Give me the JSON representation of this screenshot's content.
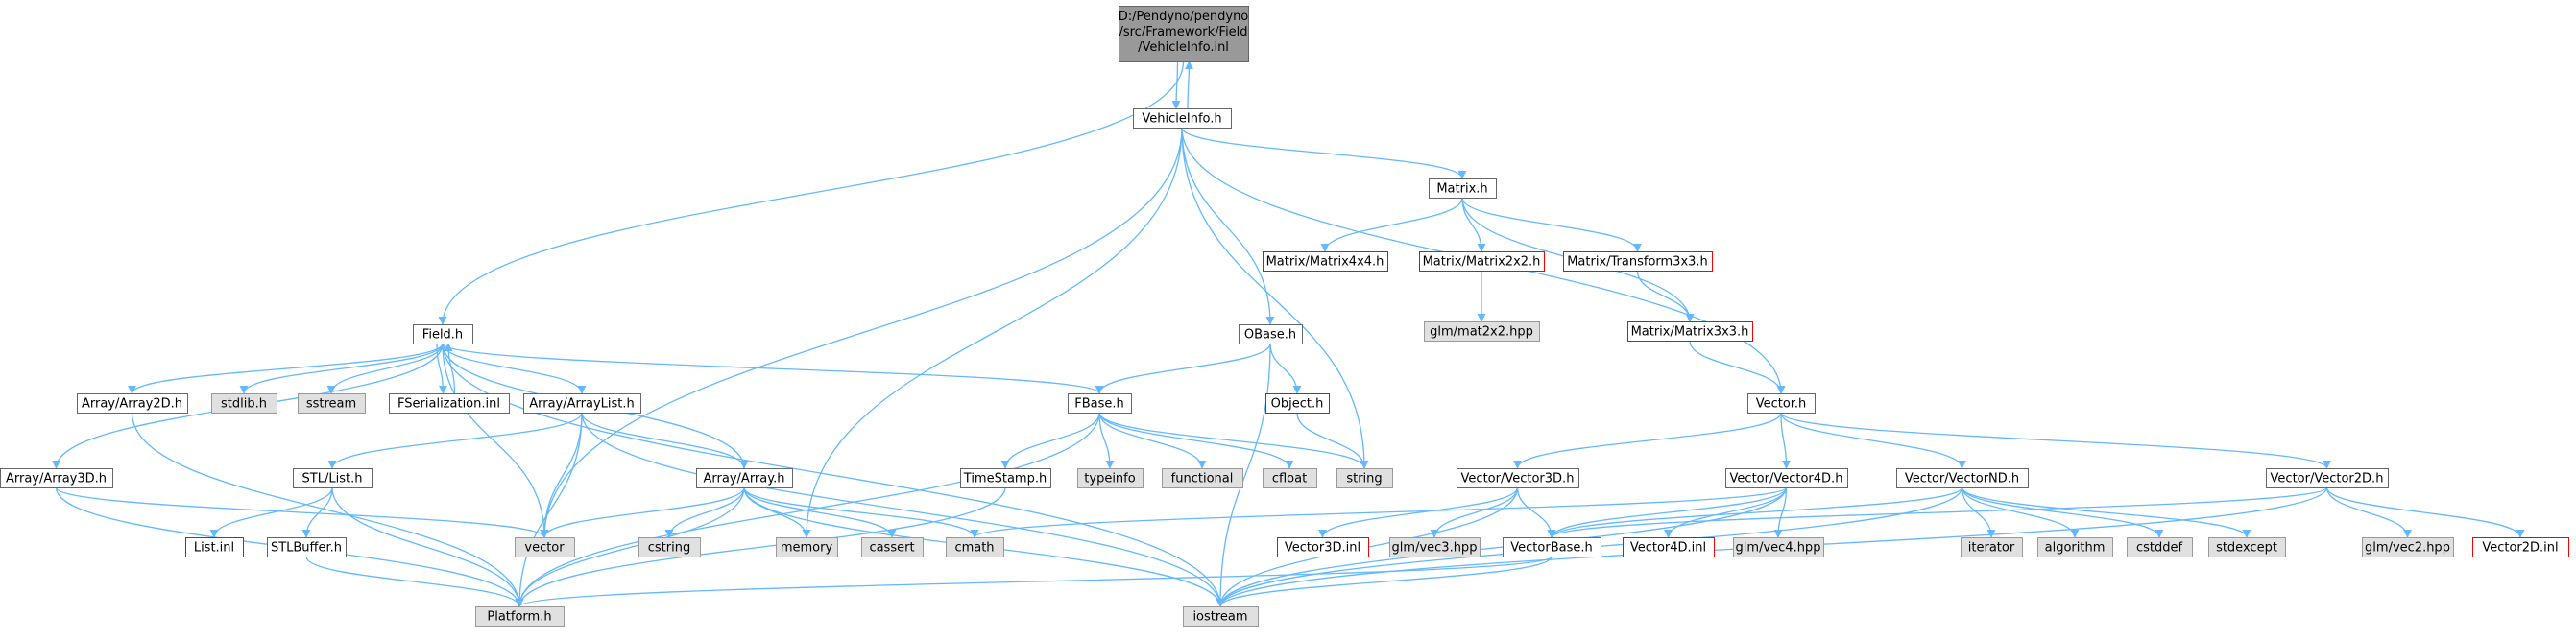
{
  "graph": {
    "root_label": [
      "D:/Pendyno/pendyno",
      "/src/Framework/Field",
      "/VehicleInfo.inl"
    ],
    "colors": {
      "root_fill": "#999999",
      "normal_fill": "#ffffff",
      "normal_stroke": "#666666",
      "external_fill": "#e0e0e0",
      "external_stroke": "#999999",
      "truncated_stroke": "#ff0000",
      "edge": "#63b8ff"
    },
    "nodes": [
      {
        "id": "root",
        "label": "D:/Pendyno/pendyno /src/Framework/Field /VehicleInfo.inl",
        "kind": "root"
      },
      {
        "id": "vehicleinfo_h",
        "label": "VehicleInfo.h",
        "kind": "normal"
      },
      {
        "id": "matrix_h",
        "label": "Matrix.h",
        "kind": "normal"
      },
      {
        "id": "matrix4x4_h",
        "label": "Matrix/Matrix4x4.h",
        "kind": "truncated"
      },
      {
        "id": "matrix2x2_h",
        "label": "Matrix/Matrix2x2.h",
        "kind": "truncated"
      },
      {
        "id": "transform3x3_h",
        "label": "Matrix/Transform3x3.h",
        "kind": "truncated"
      },
      {
        "id": "mat2x2_hpp",
        "label": "glm/mat2x2.hpp",
        "kind": "external"
      },
      {
        "id": "matrix3x3_h",
        "label": "Matrix/Matrix3x3.h",
        "kind": "truncated"
      },
      {
        "id": "vector_h",
        "label": "Vector.h",
        "kind": "normal"
      },
      {
        "id": "field_h",
        "label": "Field.h",
        "kind": "normal"
      },
      {
        "id": "obase_h",
        "label": "OBase.h",
        "kind": "normal"
      },
      {
        "id": "object_h",
        "label": "Object.h",
        "kind": "truncated"
      },
      {
        "id": "fbase_h",
        "label": "FBase.h",
        "kind": "normal"
      },
      {
        "id": "array2d_h",
        "label": "Array/Array2D.h",
        "kind": "normal"
      },
      {
        "id": "stdlib_h",
        "label": "stdlib.h",
        "kind": "external"
      },
      {
        "id": "sstream",
        "label": "sstream",
        "kind": "external"
      },
      {
        "id": "fserialization_inl",
        "label": "FSerialization.inl",
        "kind": "normal"
      },
      {
        "id": "arraylist_h",
        "label": "Array/ArrayList.h",
        "kind": "normal"
      },
      {
        "id": "array3d_h",
        "label": "Array/Array3D.h",
        "kind": "normal"
      },
      {
        "id": "stl_list_h",
        "label": "STL/List.h",
        "kind": "normal"
      },
      {
        "id": "list_inl",
        "label": "List.inl",
        "kind": "truncated"
      },
      {
        "id": "stlbuffer_h",
        "label": "STLBuffer.h",
        "kind": "normal"
      },
      {
        "id": "array_h",
        "label": "Array/Array.h",
        "kind": "normal"
      },
      {
        "id": "vector_std",
        "label": "vector",
        "kind": "external"
      },
      {
        "id": "cstring",
        "label": "cstring",
        "kind": "external"
      },
      {
        "id": "memory",
        "label": "memory",
        "kind": "external"
      },
      {
        "id": "cassert",
        "label": "cassert",
        "kind": "external"
      },
      {
        "id": "cmath",
        "label": "cmath",
        "kind": "external"
      },
      {
        "id": "timestamp_h",
        "label": "TimeStamp.h",
        "kind": "normal"
      },
      {
        "id": "typeinfo",
        "label": "typeinfo",
        "kind": "external"
      },
      {
        "id": "functional",
        "label": "functional",
        "kind": "external"
      },
      {
        "id": "cfloat",
        "label": "cfloat",
        "kind": "external"
      },
      {
        "id": "string",
        "label": "string",
        "kind": "external"
      },
      {
        "id": "vector3d_h",
        "label": "Vector/Vector3D.h",
        "kind": "normal"
      },
      {
        "id": "vector4d_h",
        "label": "Vector/Vector4D.h",
        "kind": "normal"
      },
      {
        "id": "vectornd_h",
        "label": "Vector/VectorND.h",
        "kind": "normal"
      },
      {
        "id": "vector2d_h",
        "label": "Vector/Vector2D.h",
        "kind": "normal"
      },
      {
        "id": "vector3d_inl",
        "label": "Vector3D.inl",
        "kind": "truncated"
      },
      {
        "id": "vec3_hpp",
        "label": "glm/vec3.hpp",
        "kind": "external"
      },
      {
        "id": "vectorbase_h",
        "label": "VectorBase.h",
        "kind": "normal"
      },
      {
        "id": "vector4d_inl",
        "label": "Vector4D.inl",
        "kind": "truncated"
      },
      {
        "id": "vec4_hpp",
        "label": "glm/vec4.hpp",
        "kind": "external"
      },
      {
        "id": "iterator",
        "label": "iterator",
        "kind": "external"
      },
      {
        "id": "algorithm",
        "label": "algorithm",
        "kind": "external"
      },
      {
        "id": "cstddef",
        "label": "cstddef",
        "kind": "external"
      },
      {
        "id": "stdexcept",
        "label": "stdexcept",
        "kind": "external"
      },
      {
        "id": "vec2_hpp",
        "label": "glm/vec2.hpp",
        "kind": "external"
      },
      {
        "id": "vector2d_inl",
        "label": "Vector2D.inl",
        "kind": "truncated"
      },
      {
        "id": "platform_h",
        "label": "Platform.h",
        "kind": "external"
      },
      {
        "id": "iostream",
        "label": "iostream",
        "kind": "external"
      }
    ],
    "edges": [
      [
        "root",
        "vehicleinfo_h"
      ],
      [
        "vehicleinfo_h",
        "root"
      ],
      [
        "root",
        "field_h"
      ],
      [
        "vehicleinfo_h",
        "matrix_h"
      ],
      [
        "vehicleinfo_h",
        "vector_h"
      ],
      [
        "vehicleinfo_h",
        "obase_h"
      ],
      [
        "vehicleinfo_h",
        "vector_std"
      ],
      [
        "vehicleinfo_h",
        "memory"
      ],
      [
        "vehicleinfo_h",
        "string"
      ],
      [
        "matrix_h",
        "matrix4x4_h"
      ],
      [
        "matrix_h",
        "matrix2x2_h"
      ],
      [
        "matrix_h",
        "transform3x3_h"
      ],
      [
        "matrix_h",
        "matrix3x3_h"
      ],
      [
        "matrix2x2_h",
        "mat2x2_hpp"
      ],
      [
        "transform3x3_h",
        "matrix3x3_h"
      ],
      [
        "matrix3x3_h",
        "vector_h"
      ],
      [
        "field_h",
        "array2d_h"
      ],
      [
        "field_h",
        "stdlib_h"
      ],
      [
        "field_h",
        "sstream"
      ],
      [
        "field_h",
        "fserialization_inl"
      ],
      [
        "fserialization_inl",
        "field_h"
      ],
      [
        "field_h",
        "arraylist_h"
      ],
      [
        "field_h",
        "array_h"
      ],
      [
        "field_h",
        "array3d_h"
      ],
      [
        "field_h",
        "fbase_h"
      ],
      [
        "field_h",
        "iostream"
      ],
      [
        "field_h",
        "vector_std"
      ],
      [
        "obase_h",
        "fbase_h"
      ],
      [
        "obase_h",
        "object_h"
      ],
      [
        "obase_h",
        "iostream"
      ],
      [
        "object_h",
        "string"
      ],
      [
        "fbase_h",
        "timestamp_h"
      ],
      [
        "fbase_h",
        "typeinfo"
      ],
      [
        "fbase_h",
        "functional"
      ],
      [
        "fbase_h",
        "cfloat"
      ],
      [
        "fbase_h",
        "string"
      ],
      [
        "fbase_h",
        "platform_h"
      ],
      [
        "array2d_h",
        "platform_h"
      ],
      [
        "arraylist_h",
        "stl_list_h"
      ],
      [
        "arraylist_h",
        "array_h"
      ],
      [
        "arraylist_h",
        "vector_std"
      ],
      [
        "arraylist_h",
        "platform_h"
      ],
      [
        "arraylist_h",
        "iostream"
      ],
      [
        "array3d_h",
        "vector_std"
      ],
      [
        "array3d_h",
        "platform_h"
      ],
      [
        "stl_list_h",
        "list_inl"
      ],
      [
        "stl_list_h",
        "stlbuffer_h"
      ],
      [
        "stl_list_h",
        "platform_h"
      ],
      [
        "stlbuffer_h",
        "platform_h"
      ],
      [
        "array_h",
        "vector_std"
      ],
      [
        "array_h",
        "cstring"
      ],
      [
        "array_h",
        "memory"
      ],
      [
        "array_h",
        "cassert"
      ],
      [
        "array_h",
        "cmath"
      ],
      [
        "array_h",
        "platform_h"
      ],
      [
        "array_h",
        "iostream"
      ],
      [
        "timestamp_h",
        "platform_h"
      ],
      [
        "vector_h",
        "vector3d_h"
      ],
      [
        "vector_h",
        "vector4d_h"
      ],
      [
        "vector_h",
        "vectornd_h"
      ],
      [
        "vector_h",
        "vector2d_h"
      ],
      [
        "vector3d_h",
        "vector3d_inl"
      ],
      [
        "vector3d_h",
        "vec3_hpp"
      ],
      [
        "vector3d_h",
        "vectorbase_h"
      ],
      [
        "vector3d_h",
        "iostream"
      ],
      [
        "vector4d_h",
        "vector4d_inl"
      ],
      [
        "vector4d_h",
        "vec4_hpp"
      ],
      [
        "vector4d_h",
        "vectorbase_h"
      ],
      [
        "vector4d_h",
        "iostream"
      ],
      [
        "vector4d_h",
        "cmath"
      ],
      [
        "vectornd_h",
        "iterator"
      ],
      [
        "vectornd_h",
        "algorithm"
      ],
      [
        "vectornd_h",
        "cstddef"
      ],
      [
        "vectornd_h",
        "stdexcept"
      ],
      [
        "vectornd_h",
        "vectorbase_h"
      ],
      [
        "vectornd_h",
        "iostream"
      ],
      [
        "vector2d_h",
        "vec2_hpp"
      ],
      [
        "vector2d_h",
        "vector2d_inl"
      ],
      [
        "vector2d_h",
        "vectorbase_h"
      ],
      [
        "vector2d_h",
        "iostream"
      ],
      [
        "vectorbase_h",
        "platform_h"
      ],
      [
        "vectorbase_h",
        "iostream"
      ]
    ]
  }
}
